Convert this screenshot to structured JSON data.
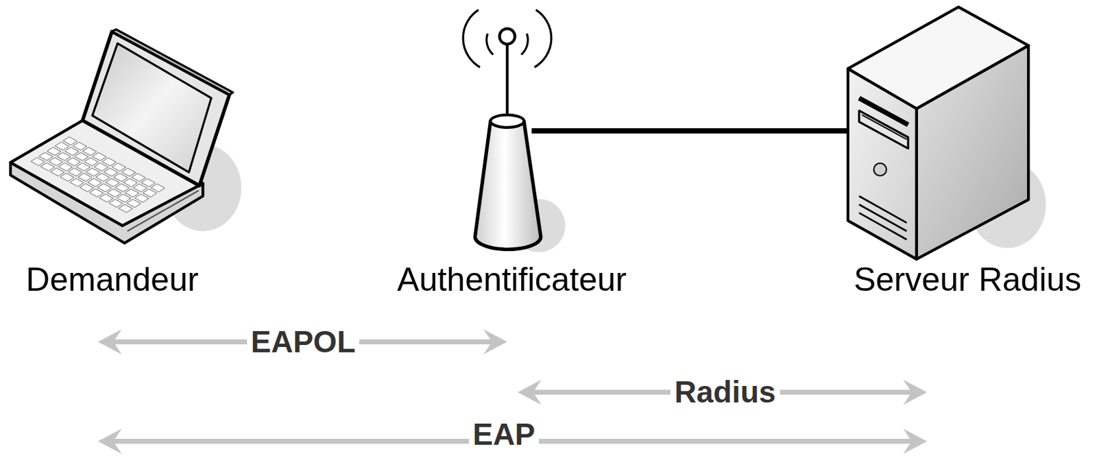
{
  "diagram": {
    "nodes": [
      {
        "text": [
          "Demandeur"
        ]
      },
      {
        "text": [
          "Authentificateur"
        ]
      },
      {
        "text": [
          "Serveur Radius"
        ]
      }
    ],
    "edges": [
      {
        "from": 1,
        "to": 2,
        "arrow": "none"
      }
    ],
    "labels": [
      "EAPOL",
      "Radius",
      "EAP"
    ]
  }
}
